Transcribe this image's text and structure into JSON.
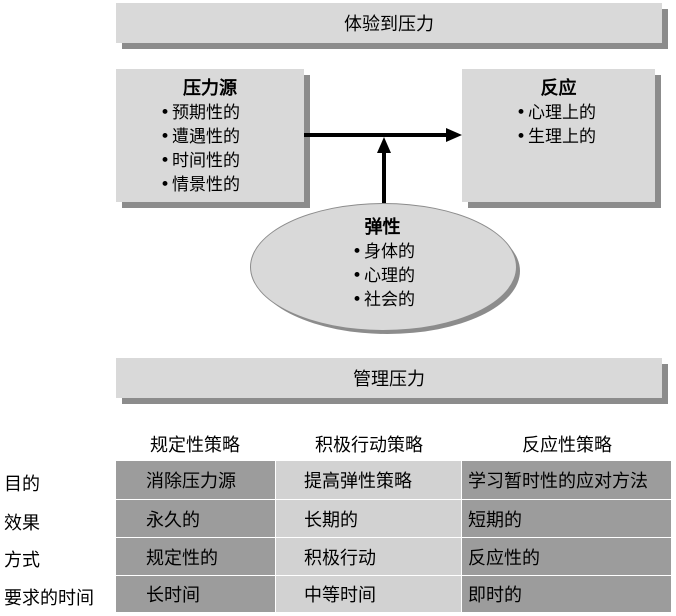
{
  "top_banner": "体验到压力",
  "stressors_box": {
    "title": "压力源",
    "items": [
      "预期性的",
      "遭遇性的",
      "时间性的",
      "情景性的"
    ]
  },
  "reaction_box": {
    "title": "反应",
    "items": [
      "心理上的",
      "生理上的"
    ]
  },
  "resilience": {
    "title": "弹性",
    "items": [
      "身体的",
      "心理的",
      "社会的"
    ]
  },
  "bullet_char": "•",
  "manage_banner": "管理压力",
  "table": {
    "columns": [
      "规定性策略",
      "积极行动策略",
      "反应性策略"
    ],
    "rows": [
      {
        "label": "目的",
        "cells": [
          "消除压力源",
          "提高弹性策略",
          "学习暂时性的应对方法"
        ]
      },
      {
        "label": "效果",
        "cells": [
          "永久的",
          "长期的",
          "短期的"
        ]
      },
      {
        "label": "方式",
        "cells": [
          "规定性的",
          "积极行动",
          "反应性的"
        ]
      },
      {
        "label": "要求的时间",
        "cells": [
          "长时间",
          "中等时间",
          "即时的"
        ]
      }
    ]
  },
  "colors": {
    "box_fill": "#d9d9d9",
    "shadow": "#8c8c8c",
    "cell_dark": "#9c9c9c",
    "cell_light": "#d2d2d2"
  }
}
